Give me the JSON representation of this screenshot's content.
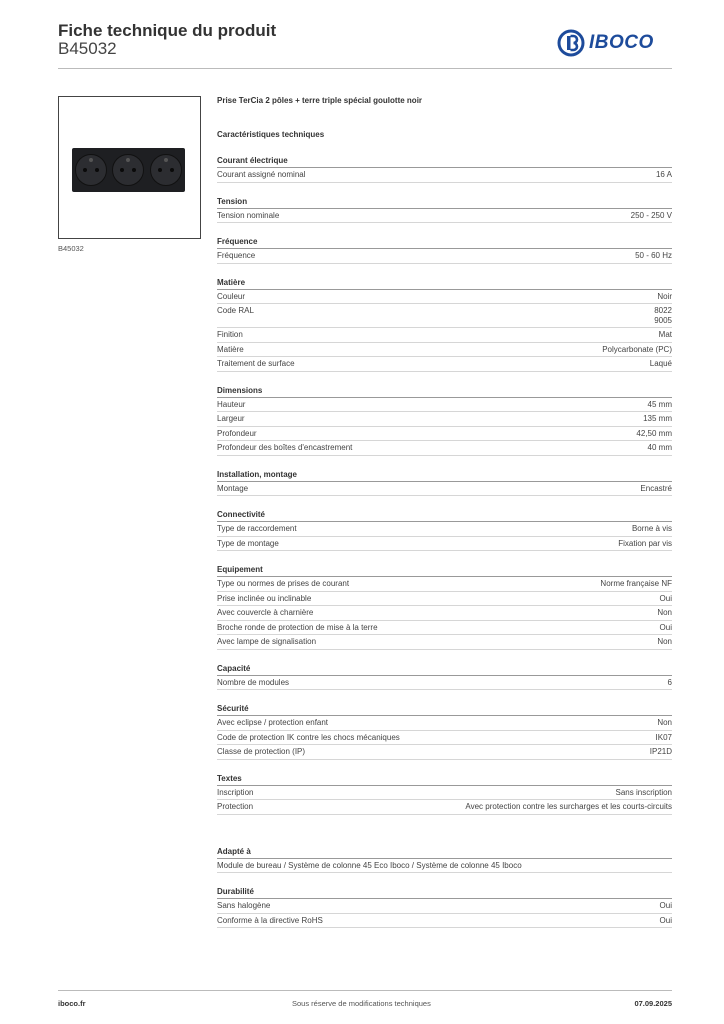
{
  "header": {
    "title": "Fiche technique du produit",
    "code": "B45032",
    "logo_text": "IBOCO",
    "brand_color": "#1d4b9b"
  },
  "image": {
    "caption": "B45032"
  },
  "product": {
    "name": "Prise TerCia 2 pôles + terre triple spécial goulotte noir",
    "tech_title": "Caractéristiques techniques"
  },
  "sections": [
    {
      "title": "Courant électrique",
      "rows": [
        {
          "label": "Courant assigné nominal",
          "value": "16 A"
        }
      ]
    },
    {
      "title": "Tension",
      "rows": [
        {
          "label": "Tension nominale",
          "value": "250 - 250 V"
        }
      ]
    },
    {
      "title": "Fréquence",
      "rows": [
        {
          "label": "Fréquence",
          "value": "50 - 60 Hz"
        }
      ]
    },
    {
      "title": "Matière",
      "rows": [
        {
          "label": "Couleur",
          "value": "Noir"
        },
        {
          "label": "Code RAL",
          "value": "8022\n9005"
        },
        {
          "label": "Finition",
          "value": "Mat"
        },
        {
          "label": "Matière",
          "value": "Polycarbonate (PC)"
        },
        {
          "label": "Traitement de surface",
          "value": "Laqué"
        }
      ]
    },
    {
      "title": "Dimensions",
      "rows": [
        {
          "label": "Hauteur",
          "value": "45 mm"
        },
        {
          "label": "Largeur",
          "value": "135 mm"
        },
        {
          "label": "Profondeur",
          "value": "42,50 mm"
        },
        {
          "label": "Profondeur des boîtes d'encastrement",
          "value": "40 mm"
        }
      ]
    },
    {
      "title": "Installation, montage",
      "rows": [
        {
          "label": "Montage",
          "value": "Encastré"
        }
      ]
    },
    {
      "title": "Connectivité",
      "rows": [
        {
          "label": "Type de raccordement",
          "value": "Borne à vis"
        },
        {
          "label": "Type de montage",
          "value": "Fixation par vis"
        }
      ]
    },
    {
      "title": "Equipement",
      "rows": [
        {
          "label": "Type ou normes de prises de courant",
          "value": "Norme française NF"
        },
        {
          "label": "Prise inclinée ou inclinable",
          "value": "Oui"
        },
        {
          "label": "Avec couvercle à charnière",
          "value": "Non"
        },
        {
          "label": "Broche ronde de protection de mise à la terre",
          "value": "Oui"
        },
        {
          "label": "Avec lampe de signalisation",
          "value": "Non"
        }
      ]
    },
    {
      "title": "Capacité",
      "rows": [
        {
          "label": "Nombre de modules",
          "value": "6"
        }
      ]
    },
    {
      "title": "Sécurité",
      "rows": [
        {
          "label": "Avec eclipse / protection enfant",
          "value": "Non"
        },
        {
          "label": "Code de protection IK contre les chocs mécaniques",
          "value": "IK07"
        },
        {
          "label": "Classe de protection (IP)",
          "value": "IP21D"
        }
      ]
    },
    {
      "title": "Textes",
      "rows": [
        {
          "label": "Inscription",
          "value": "Sans inscription"
        },
        {
          "label": "Protection",
          "value": "Avec protection contre les surcharges et les courts-circuits"
        }
      ]
    }
  ],
  "adapted": {
    "title": "Adapté à",
    "value": "Module de bureau / Système de colonne 45 Eco Iboco / Système de colonne 45 Iboco"
  },
  "durability": {
    "title": "Durabilité",
    "rows": [
      {
        "label": "Sans halogène",
        "value": "Oui"
      },
      {
        "label": "Conforme à la directive RoHS",
        "value": "Oui"
      }
    ]
  },
  "footer": {
    "left": "iboco.fr",
    "middle": "Sous réserve de modifications techniques",
    "right": "07.09.2025"
  }
}
